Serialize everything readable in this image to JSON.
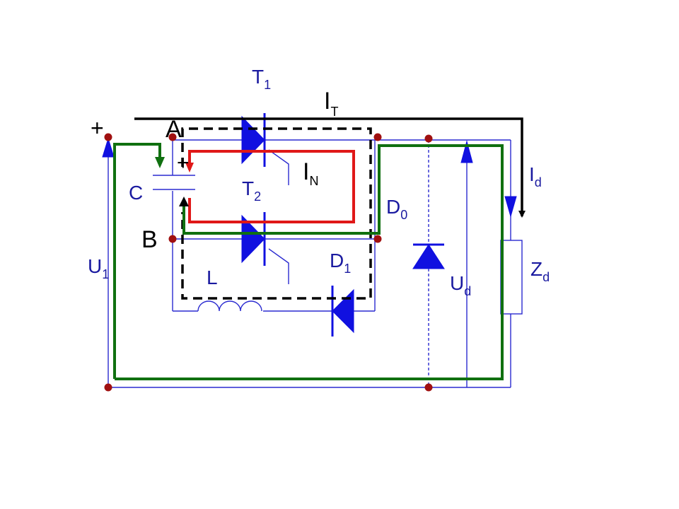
{
  "colors": {
    "wire": "#2a2ad0",
    "device": "#1010e0",
    "main_current_path": "#107010",
    "commutation_current_path": "#e01818",
    "thyristor_current_path": "#000000",
    "node": "#a01010",
    "label": "#1a1aa0"
  },
  "labels": {
    "t1": {
      "main": "T",
      "sub": "1"
    },
    "t2": {
      "main": "T",
      "sub": "2"
    },
    "it": {
      "main": "I",
      "sub": "T"
    },
    "in": {
      "main": "I",
      "sub": "N"
    },
    "id": {
      "main": "I",
      "sub": "d"
    },
    "d0": {
      "main": "D",
      "sub": "0"
    },
    "d1": {
      "main": "D",
      "sub": "1"
    },
    "u1": {
      "main": "U",
      "sub": "1"
    },
    "ud": {
      "main": "U",
      "sub": "d"
    },
    "zd": {
      "main": "Z",
      "sub": "d"
    },
    "node_a": "A",
    "node_b": "B",
    "capacitor": "C",
    "inductor": "L",
    "plus_supply": "+",
    "plus_capacitor": "+"
  }
}
